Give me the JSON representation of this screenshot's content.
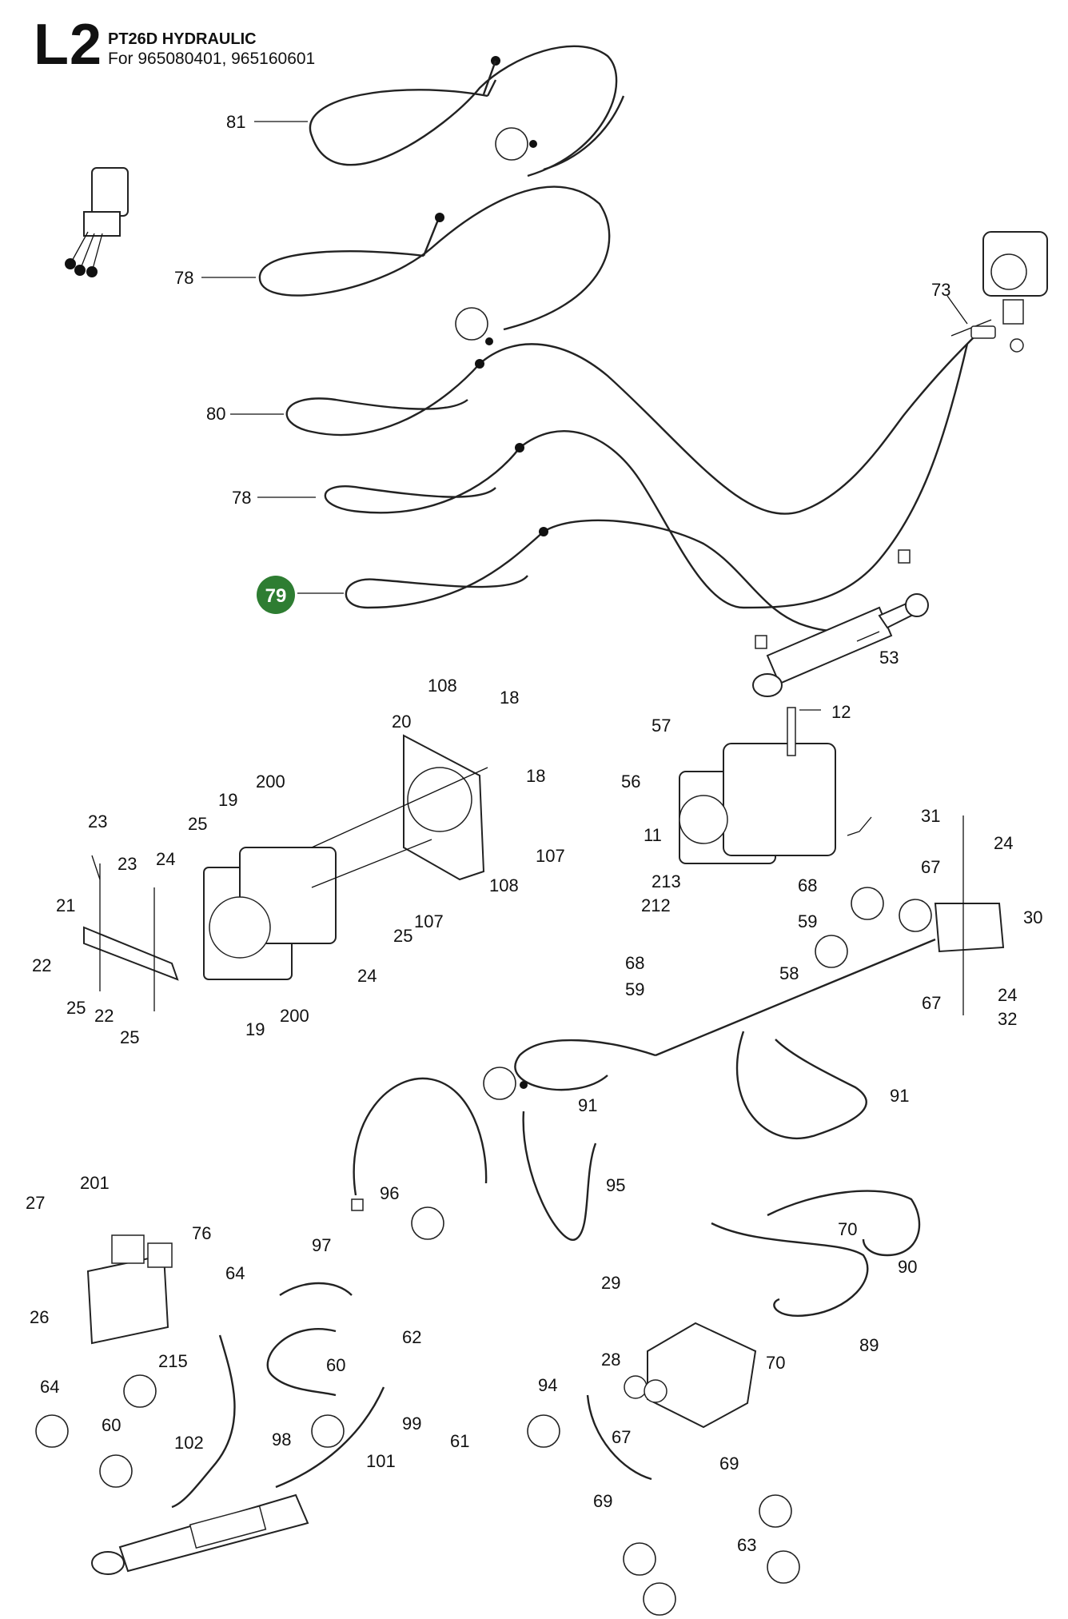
{
  "header": {
    "section_code": "L2",
    "title": "PT26D HYDRAULIC",
    "subtitle": "For 965080401, 965160601"
  },
  "highlight": {
    "label": "79",
    "color": "#2e7d32",
    "text_color": "#ffffff"
  },
  "callouts": [
    "81",
    "78",
    "80",
    "78",
    "53",
    "73",
    "12",
    "57",
    "56",
    "11",
    "213",
    "68",
    "212",
    "59",
    "68",
    "59",
    "58",
    "31",
    "24",
    "67",
    "30",
    "67",
    "24",
    "32",
    "108",
    "18",
    "20",
    "18",
    "107",
    "108",
    "107",
    "200",
    "19",
    "25",
    "24",
    "23",
    "23",
    "21",
    "22",
    "25",
    "22",
    "25",
    "24",
    "25",
    "19",
    "200",
    "91",
    "91",
    "95",
    "96",
    "201",
    "27",
    "76",
    "97",
    "64",
    "26",
    "62",
    "215",
    "60",
    "64",
    "60",
    "102",
    "98",
    "99",
    "61",
    "101",
    "70",
    "90",
    "29",
    "89",
    "28",
    "70",
    "94",
    "67",
    "69",
    "69",
    "63"
  ]
}
